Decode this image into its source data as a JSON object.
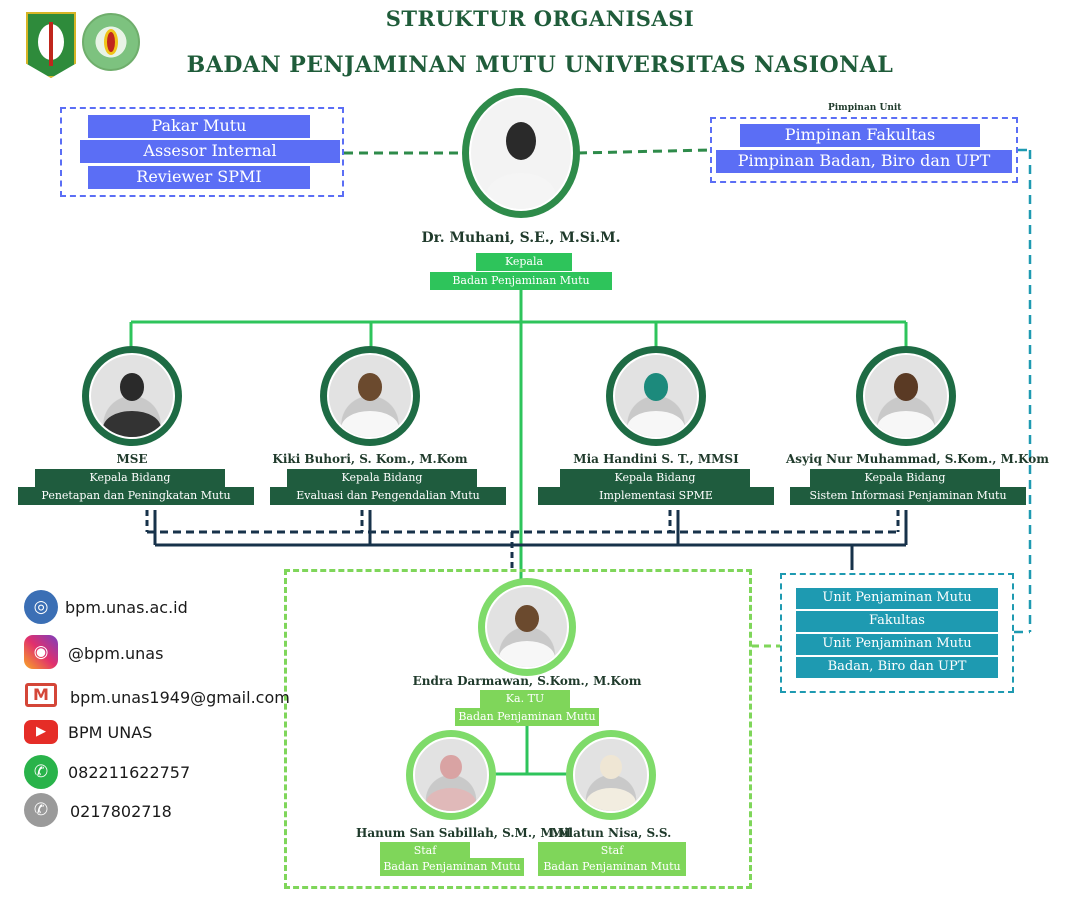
{
  "title": {
    "line1": "STRUKTUR ORGANISASI",
    "line2": "BADAN PENJAMINAN MUTU UNIVERSITAS NASIONAL"
  },
  "left_box": [
    "Pakar Mutu",
    "Assesor Internal",
    "Reviewer SPMI"
  ],
  "right_box": {
    "label": "Pimpinan Unit",
    "items": [
      "Pimpinan Fakultas",
      "Pimpinan Badan, Biro dan UPT"
    ]
  },
  "head": {
    "name": "Dr. Muhani, S.E., M.Si.M.",
    "role1": "Kepala",
    "role2": "Badan Penjaminan Mutu"
  },
  "division_heads": [
    {
      "name": "MSE",
      "role1": "Kepala Bidang",
      "role2": "Penetapan dan Peningkatan Mutu"
    },
    {
      "name": "Kiki Buhori, S. Kom., M.Kom",
      "role1": "Kepala Bidang",
      "role2": "Evaluasi dan Pengendalian Mutu"
    },
    {
      "name": "Mia Handini S. T., MMSI",
      "role1": "Kepala Bidang",
      "role2": "Implementasi SPME"
    },
    {
      "name": "Asyiq Nur Muhammad, S.Kom., M.Kom",
      "role1": "Kepala Bidang",
      "role2": "Sistem Informasi Penjaminan Mutu"
    }
  ],
  "unit_box": [
    "Unit Penjaminan Mutu",
    "Fakultas",
    "Unit Penjaminan Mutu",
    "Badan, Biro dan UPT"
  ],
  "ka_tu": {
    "name": "Endra Darmawan, S.Kom., M.Kom",
    "role1": "Ka. TU",
    "role2": "Badan Penjaminan Mutu"
  },
  "staff": [
    {
      "name": "Hanum San Sabillah, S.M., M.M",
      "role1": "Staf",
      "role2": "Badan Penjaminan Mutu"
    },
    {
      "name": "Milatun Nisa, S.S.",
      "role1": "Staf",
      "role2": "Badan Penjaminan Mutu"
    }
  ],
  "contacts": [
    {
      "icon": "globe-icon",
      "text": "bpm.unas.ac.id"
    },
    {
      "icon": "instagram-icon",
      "text": "@bpm.unas"
    },
    {
      "icon": "gmail-icon",
      "text": "bpm.unas1949@gmail.com"
    },
    {
      "icon": "youtube-icon",
      "text": "BPM UNAS"
    },
    {
      "icon": "whatsapp-icon",
      "text": "082211622757"
    },
    {
      "icon": "phone-icon",
      "text": "0217802718"
    }
  ],
  "colors": {
    "title": "#1f5c3a",
    "green": "#2ec45b",
    "dark_green": "#1f5c3e",
    "light_green": "#7fd65a",
    "blue": "#5b6ef5",
    "teal": "#1e9ab1"
  }
}
